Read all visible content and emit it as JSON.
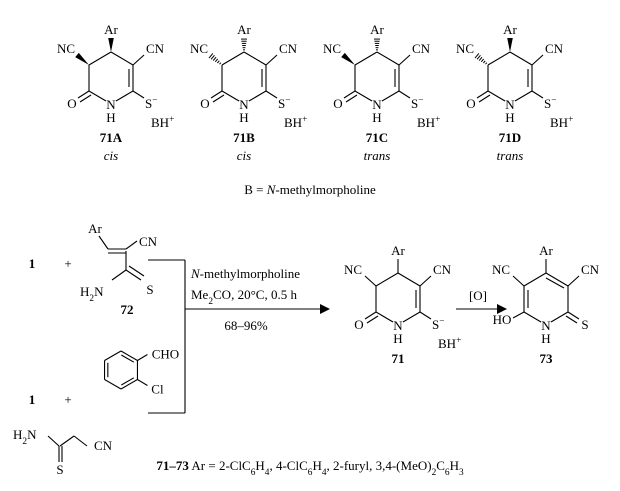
{
  "isomers": [
    {
      "id": "71A",
      "note": "cis"
    },
    {
      "id": "71B",
      "note": "cis"
    },
    {
      "id": "71C",
      "note": "trans"
    },
    {
      "id": "71D",
      "note": "trans"
    }
  ],
  "atoms": {
    "ar": "Ar",
    "cn": "CN",
    "nc": "NC",
    "n": "N",
    "h": "H",
    "o": "O",
    "s_minus": "S",
    "minus": "−",
    "bh": "BH",
    "plus": "+",
    "s": "S",
    "h2n": "H",
    "h2n_sub": "2",
    "h2n_n": "N",
    "cho": "CHO",
    "cl": "Cl",
    "ho": "HO"
  },
  "base_note": {
    "lhs": "B = ",
    "italic": "N",
    "rhs": "-methylmorpholine"
  },
  "reactants": {
    "label_1": "1",
    "plus": "+",
    "compound_72": "72"
  },
  "conditions": {
    "reagent_italic": "N",
    "reagent_rest": "-methylmorpholine",
    "solvent_me": "Me",
    "solvent_sub": "2",
    "solvent_rest": "CO, 20°C, 0.5 h",
    "yield": "68–96%"
  },
  "products": {
    "compound_71": "71",
    "compound_73": "73",
    "oxidation": "[O]"
  },
  "footer": {
    "ids": "71–73",
    "text_a": " Ar = 2-ClC",
    "sub_a1": "6",
    "text_b": "H",
    "sub_a2": "4",
    "text_c": ", 4-ClC",
    "sub_b1": "6",
    "text_d": "H",
    "sub_b2": "4",
    "text_e": ", 2-furyl, 3,4-(MeO)",
    "sub_c1": "2",
    "text_f": "C",
    "sub_c2": "6",
    "text_g": "H",
    "sub_c3": "3"
  }
}
